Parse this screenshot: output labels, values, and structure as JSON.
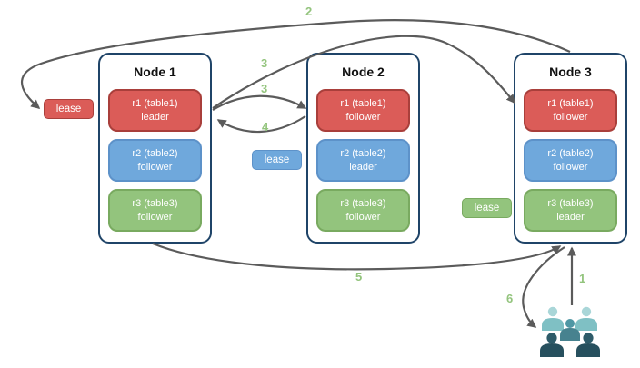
{
  "diagram": {
    "nodes": [
      {
        "title": "Node 1",
        "replicas": [
          {
            "name": "r1 (table1)",
            "role": "leader",
            "color": "red"
          },
          {
            "name": "r2 (table2)",
            "role": "follower",
            "color": "blue"
          },
          {
            "name": "r3 (table3)",
            "role": "follower",
            "color": "green"
          }
        ]
      },
      {
        "title": "Node 2",
        "replicas": [
          {
            "name": "r1 (table1)",
            "role": "follower",
            "color": "red"
          },
          {
            "name": "r2 (table2)",
            "role": "leader",
            "color": "blue"
          },
          {
            "name": "r3 (table3)",
            "role": "follower",
            "color": "green"
          }
        ]
      },
      {
        "title": "Node 3",
        "replicas": [
          {
            "name": "r1 (table1)",
            "role": "follower",
            "color": "red"
          },
          {
            "name": "r2 (table2)",
            "role": "follower",
            "color": "blue"
          },
          {
            "name": "r3 (table3)",
            "role": "leader",
            "color": "green"
          }
        ]
      }
    ],
    "leases": [
      {
        "label": "lease",
        "color": "#db5c58"
      },
      {
        "label": "lease",
        "color": "#6fa8dc"
      },
      {
        "label": "lease",
        "color": "#93c47d"
      }
    ],
    "steps": [
      {
        "label": "1"
      },
      {
        "label": "2"
      },
      {
        "label": "3"
      },
      {
        "label": "3"
      },
      {
        "label": "4"
      },
      {
        "label": "5"
      },
      {
        "label": "6"
      }
    ],
    "icons": {
      "users": "users-group-icon"
    },
    "palette": {
      "red": "#db5c58",
      "red_border": "#a93f3b",
      "blue": "#6fa8dc",
      "blue_border": "#5d92c9",
      "green": "#93c47d",
      "green_border": "#79aa60",
      "node_border": "#1f4468",
      "arrow": "#5b5b5b",
      "step_label": "#93c47d",
      "users_light_head": "#a9d6d8",
      "users_light_body": "#7fc0c4",
      "users_mid_head": "#4f97a4",
      "users_mid_body": "#47828f",
      "users_dark_head": "#2e5b69",
      "users_dark_body": "#27505e"
    }
  }
}
